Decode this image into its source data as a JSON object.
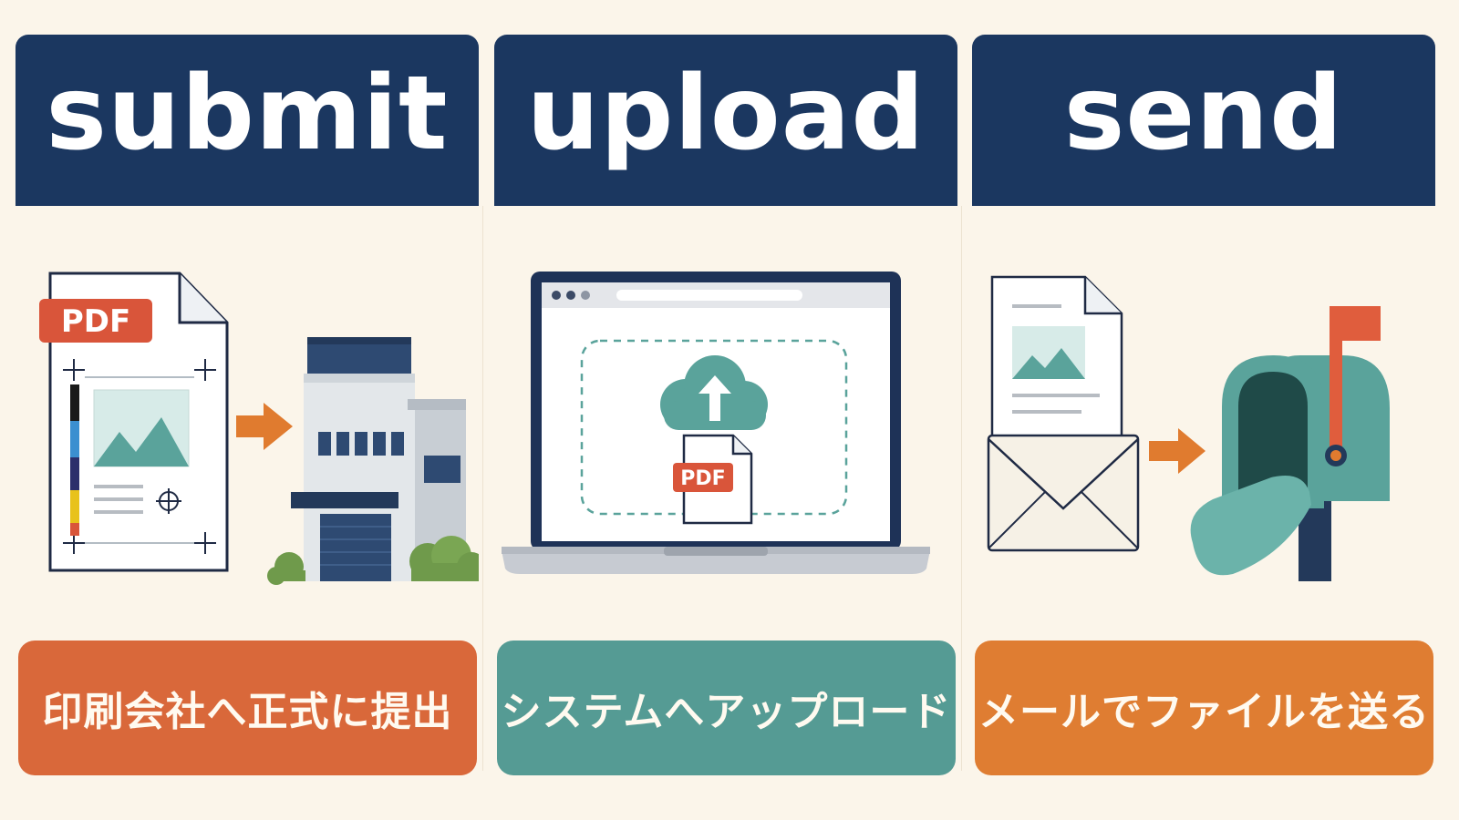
{
  "colors": {
    "background": "#fbf5ea",
    "header": "#1b3760",
    "submit_caption": "#d9683a",
    "upload_caption": "#559b94",
    "send_caption": "#df7d32",
    "pdf_badge": "#d9553a",
    "arrow": "#e07b2f",
    "teal": "#5aa39b"
  },
  "panels": [
    {
      "title": "submit",
      "caption": "印刷会社へ正式に提出",
      "badge": "PDF",
      "icons": [
        "pdf-document-icon",
        "arrow-right-icon",
        "office-building-icon"
      ]
    },
    {
      "title": "upload",
      "caption": "システムへアップロード",
      "badge": "PDF",
      "icons": [
        "laptop-icon",
        "cloud-upload-icon",
        "pdf-document-icon"
      ]
    },
    {
      "title": "send",
      "caption": "メールでファイルを送る",
      "icons": [
        "document-icon",
        "envelope-icon",
        "arrow-right-icon",
        "mailbox-icon"
      ]
    }
  ]
}
